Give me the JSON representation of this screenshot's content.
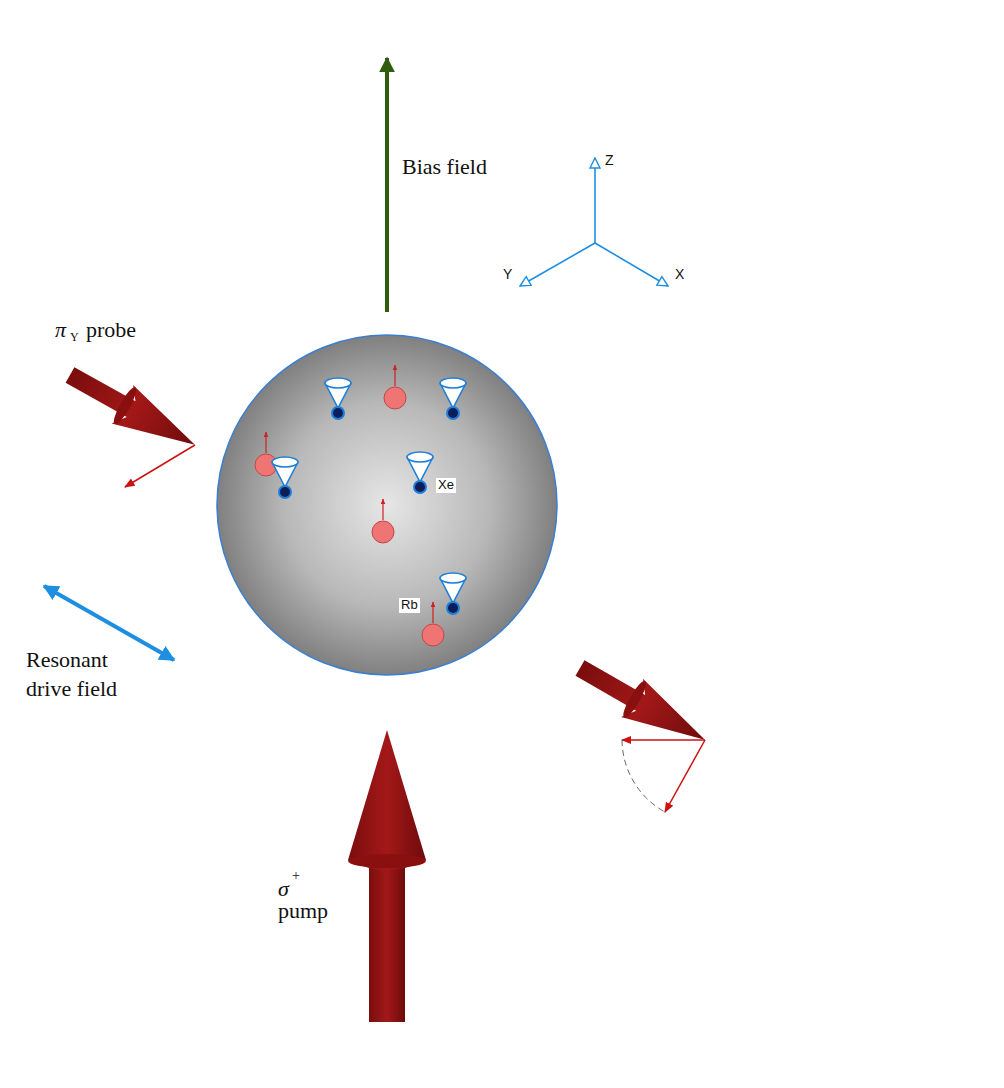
{
  "diagram": {
    "labels": [
      "Bias field",
      "Z",
      "Y",
      "X",
      "π",
      "Y",
      "probe",
      "Resonant drive field",
      "Xe",
      "Rb",
      "σ",
      "+",
      "pump"
    ]
  }
}
